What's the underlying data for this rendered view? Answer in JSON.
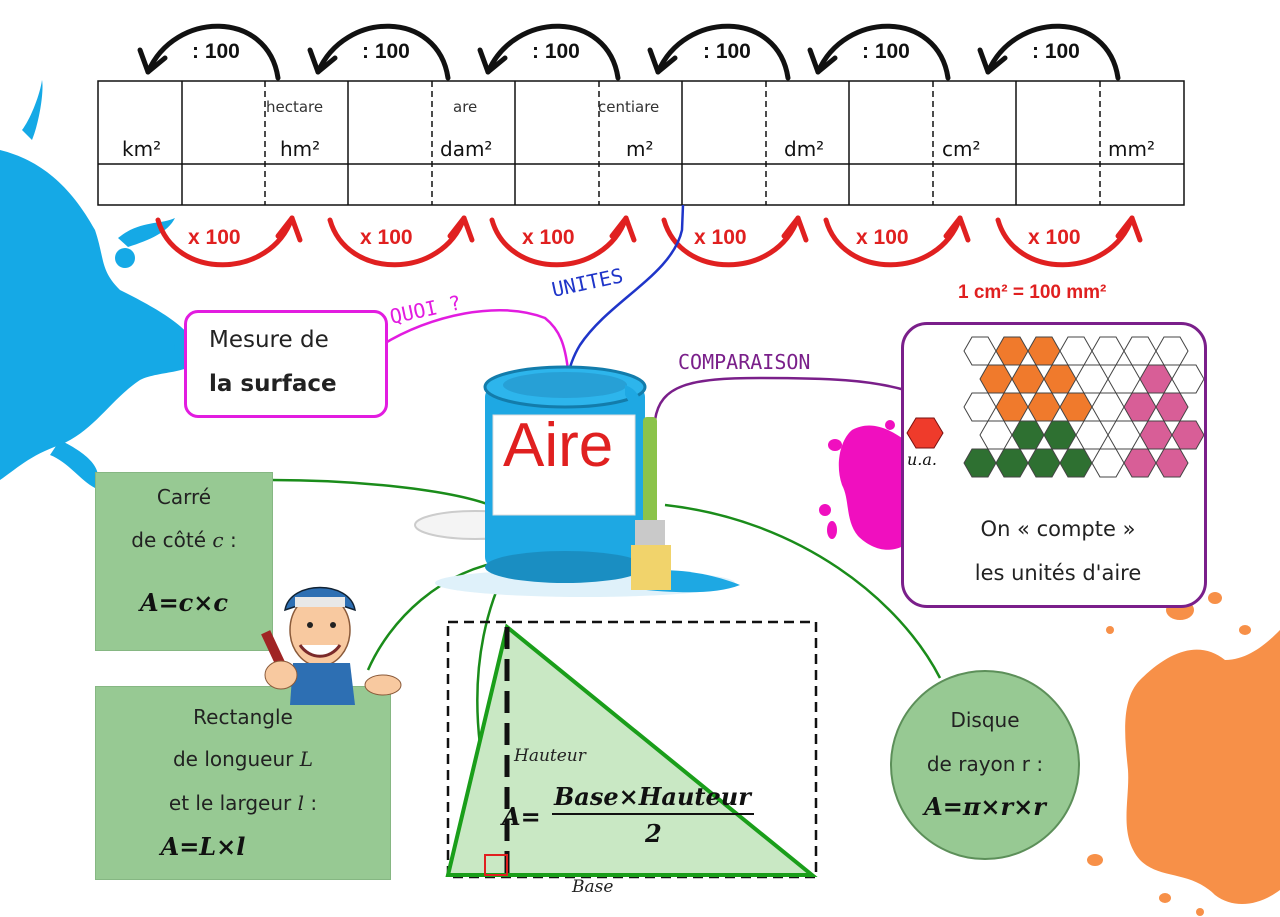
{
  "units_table": {
    "units": [
      "km²",
      "hm²",
      "dam²",
      "m²",
      "dm²",
      "cm²",
      "mm²"
    ],
    "alt_names": [
      "hectare",
      "are",
      "centiare"
    ],
    "divide_label": ": 100",
    "multiply_label": "x 100"
  },
  "equivalence": "1 cm² = 100 mm²",
  "center": {
    "label": "Aire"
  },
  "branches": {
    "quoi": "QUOI ?",
    "unites": "UNITES",
    "comparaison": "COMPARAISON"
  },
  "definition": {
    "line1": "Mesure de",
    "line2": "la surface"
  },
  "comparison": {
    "unit_label": "u.a.",
    "line1": "On «  compte  »",
    "line2": "les unités d'aire"
  },
  "square": {
    "line1": "Carré",
    "line2_text": "de côté",
    "line2_var": "c",
    "line2_suffix": ":",
    "formula": "A=c×c"
  },
  "rectangle": {
    "line1": "Rectangle",
    "line2_text": "de longueur",
    "line2_var": "L",
    "line3_text": "et le largeur",
    "line3_var": "l",
    "line3_suffix": ":",
    "formula": "A=L×l"
  },
  "triangle": {
    "height_label": "Hauteur",
    "base_label": "Base",
    "formula_lhs": "A=",
    "formula_numerator": "Base×Hauteur",
    "formula_denominator": "2"
  },
  "disk": {
    "line1": "Disque",
    "line2": "de rayon r  :",
    "formula": "A=π×r×r"
  },
  "colors": {
    "red": "#e02020",
    "blue_branch": "#1f35c9",
    "purple_branch": "#7a1f8a",
    "magenta_branch": "#e21ce0",
    "green_branch": "#1a8c1a",
    "green_box": "#97c993",
    "triangle_fill": "#c9e8c4",
    "splash_blue": "#15a9e6",
    "splash_orange": "#f79048",
    "splash_pink": "#f00fbf",
    "hex_orange": "#f07a2c",
    "hex_pink": "#d85e97",
    "hex_green": "#2e7031"
  }
}
